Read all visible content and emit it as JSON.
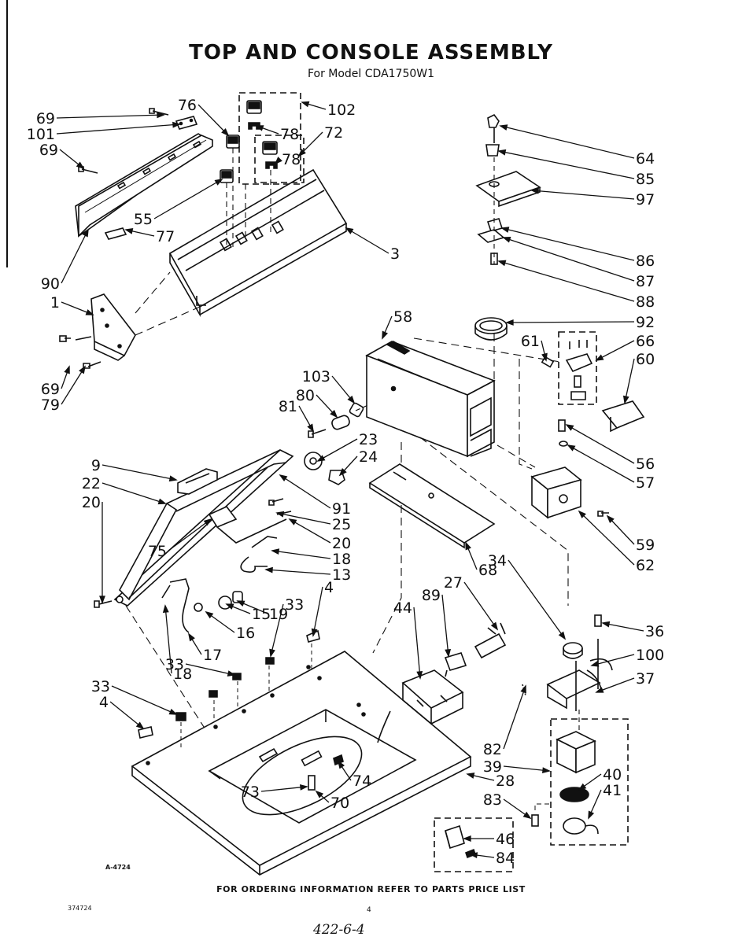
{
  "title": "TOP AND CONSOLE ASSEMBLY",
  "subtitle": "For Model CDA1750W1",
  "figure_number": "A-4724",
  "footer": "FOR ORDERING INFORMATION REFER TO PARTS PRICE LIST",
  "document_number": "374724",
  "page_number": "4",
  "handwritten_note": "422-6-4",
  "colors": {
    "ink": "#111111",
    "paper": "#ffffff"
  },
  "callouts": [
    "69",
    "101",
    "69",
    "76",
    "102",
    "78",
    "78",
    "72",
    "55",
    "77",
    "3",
    "90",
    "1",
    "69",
    "79",
    "64",
    "85",
    "97",
    "86",
    "87",
    "88",
    "58",
    "92",
    "61",
    "66",
    "60",
    "103",
    "80",
    "81",
    "23",
    "24",
    "56",
    "57",
    "59",
    "62",
    "9",
    "22",
    "20",
    "91",
    "25",
    "75",
    "20",
    "18",
    "13",
    "68",
    "34",
    "27",
    "89",
    "44",
    "36",
    "100",
    "37",
    "4",
    "33",
    "19",
    "15",
    "16",
    "17",
    "18",
    "33",
    "33",
    "4",
    "82",
    "39",
    "40",
    "41",
    "83",
    "28",
    "74",
    "73",
    "70",
    "46",
    "84"
  ]
}
